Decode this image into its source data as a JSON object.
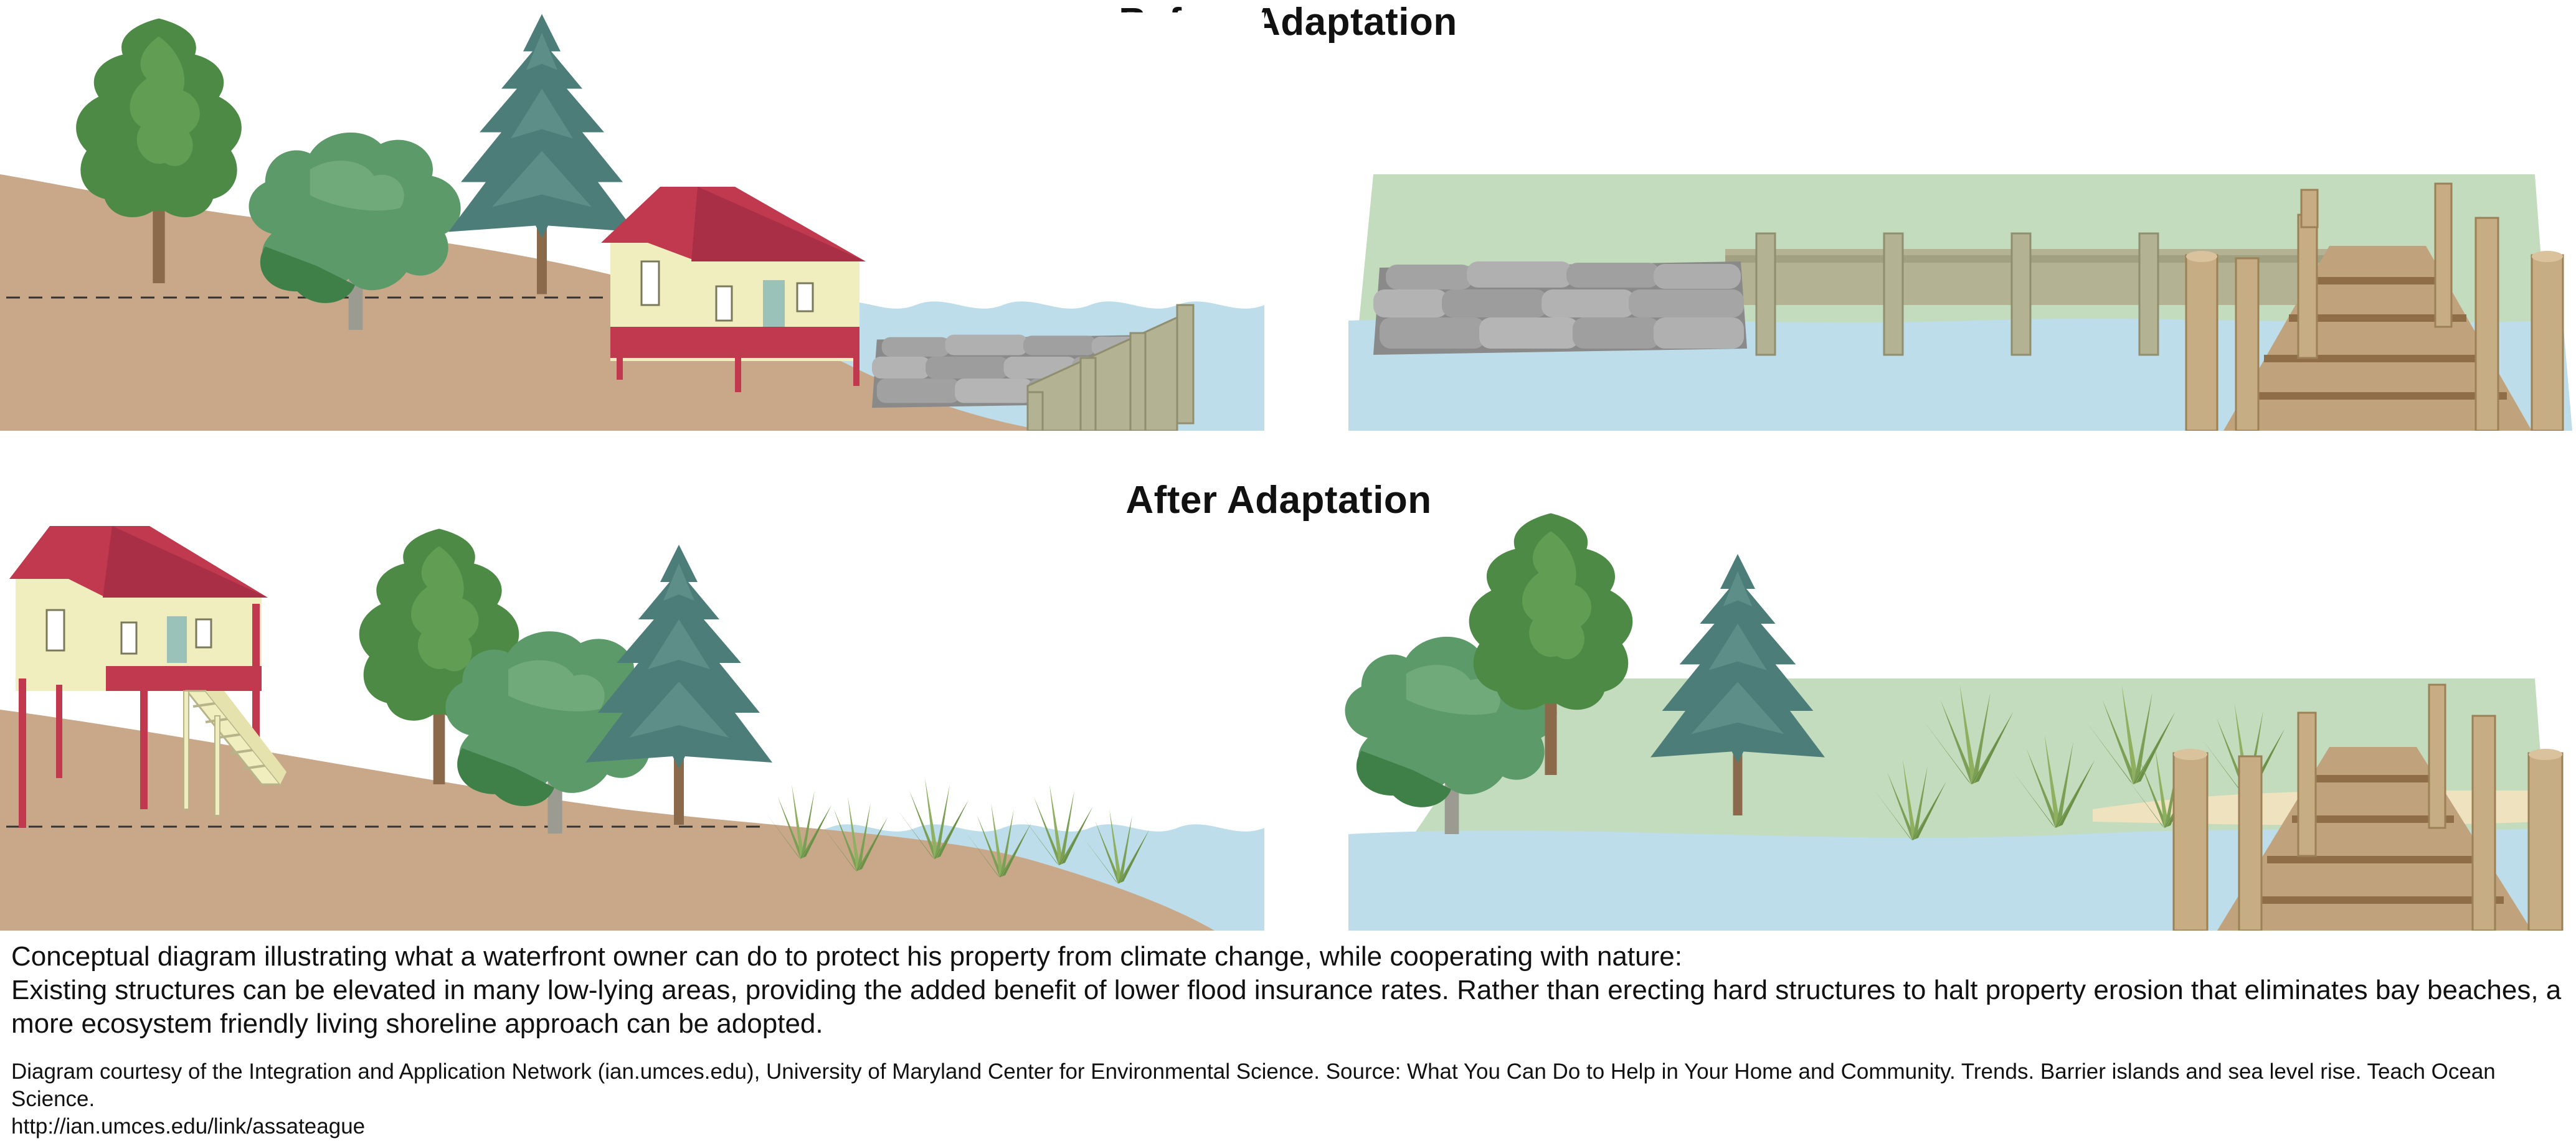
{
  "titles": {
    "before": "Before Adaptation",
    "after": "After Adaptation"
  },
  "caption": {
    "intro": "Conceptual diagram illustrating what a waterfront owner can do to protect his property from climate change, while cooperating with nature:",
    "body": "Existing structures can be elevated in many low-lying areas, providing the added benefit of lower flood insurance rates. Rather than erecting hard structures to halt property erosion that eliminates bay beaches, a more ecosystem friendly living shoreline approach can be adopted.",
    "credit": "Diagram courtesy of the Integration and Application Network (ian.umces.edu), University of Maryland Center for Environmental Science. Source: What You Can Do to Help in Your Home and Community. Trends. Barrier islands and sea level rise. Teach Ocean Science.",
    "link": "http://ian.umces.edu/link/assateague"
  },
  "colors": {
    "sand": "#c9a88a",
    "water": "#bcdde9",
    "water_dark": "#a8cfe0",
    "marsh": "#c4dcbe",
    "roof": "#c0394f",
    "wall": "#f0eebe",
    "rock": "#9c9c9c",
    "bulkhead": "#b3b393",
    "dock": "#c0a27c",
    "pine": "#4d8a45",
    "spruce": "#4d7d78",
    "oak": "#5d9a6a",
    "grass": "#7ba055"
  }
}
